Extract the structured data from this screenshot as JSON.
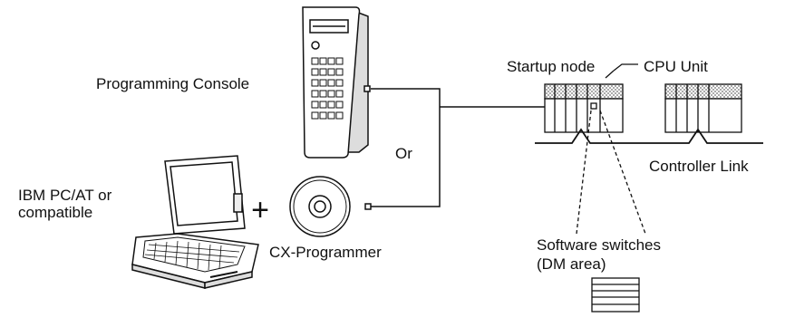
{
  "labels": {
    "programming_console": "Programming Console",
    "ibm_pc_line1": "IBM PC/AT or",
    "ibm_pc_line2": "compatible",
    "cx_programmer": "CX-Programmer",
    "or": "Or",
    "startup_node": "Startup node",
    "cpu_unit": "CPU Unit",
    "controller_link": "Controller Link",
    "software_switches_line1": "Software switches",
    "software_switches_line2": "(DM area)",
    "plus": "+"
  },
  "icons": {
    "programming_console": "handheld-programming-console-icon",
    "laptop": "laptop-computer-icon",
    "cd": "cd-rom-icon",
    "plc_startup": "plc-rack-icon",
    "plc_other": "plc-rack-icon",
    "memory_table": "memory-table-icon"
  },
  "colors": {
    "line": "#111111",
    "fill": "#ffffff",
    "hatch": "#8a8a8a"
  }
}
